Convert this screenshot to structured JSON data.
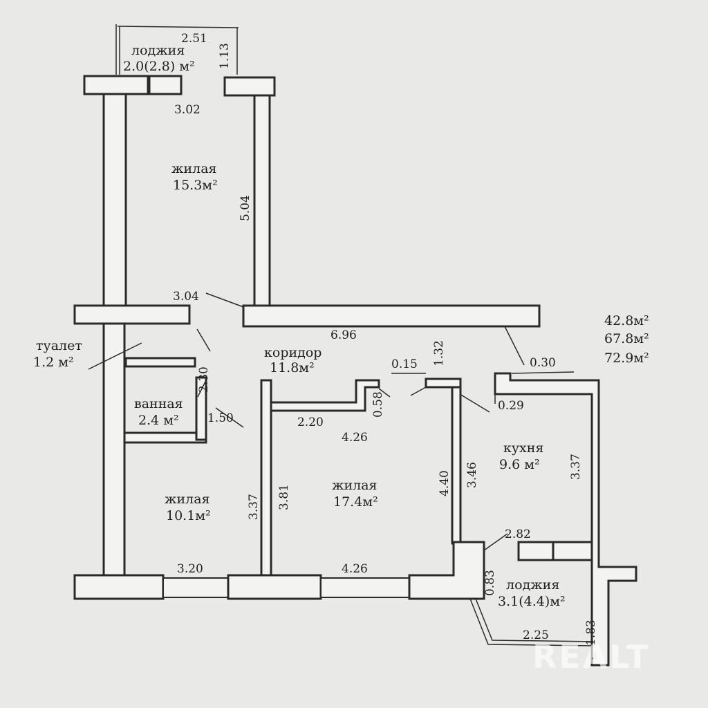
{
  "rooms": {
    "loggia_top": {
      "name": "лоджия",
      "area": "2.0(2.8) м²"
    },
    "living_top": {
      "name": "жилая",
      "area": "15.3м²"
    },
    "toilet": {
      "name": "туалет",
      "area": "1.2 м²"
    },
    "bathroom": {
      "name": "ванная",
      "area": "2.4 м²"
    },
    "corridor": {
      "name": "коридор",
      "area": "11.8м²"
    },
    "living_left": {
      "name": "жилая",
      "area": "10.1м²"
    },
    "living_center": {
      "name": "жилая",
      "area": "17.4м²"
    },
    "kitchen": {
      "name": "кухня",
      "area": "9.6 м²"
    },
    "loggia_bottom": {
      "name": "лоджия",
      "area": "3.1(4.4)м²"
    }
  },
  "dimensions": {
    "d_251": "2.51",
    "d_113": "1.13",
    "d_302": "3.02",
    "d_504": "5.04",
    "d_304": "3.04",
    "d_696": "6.96",
    "d_132": "1.32",
    "d_015": "0.15",
    "d_030": "0.30",
    "d_029": "0.29",
    "d_230": "2.30",
    "d_150": "1.50",
    "d_220": "2.20",
    "d_058": "0.58",
    "d_426_top": "4.26",
    "d_346": "3.46",
    "d_337_right": "3.37",
    "d_440": "4.40",
    "d_381": "3.81",
    "d_337_left": "3.37",
    "d_282": "2.82",
    "d_320": "3.20",
    "d_426_bottom": "4.26",
    "d_083": "0.83",
    "d_183": "1.83",
    "d_225": "2.25"
  },
  "totals": [
    "42.8м²",
    "67.8м²",
    "72.9м²"
  ],
  "watermark": "REALT"
}
